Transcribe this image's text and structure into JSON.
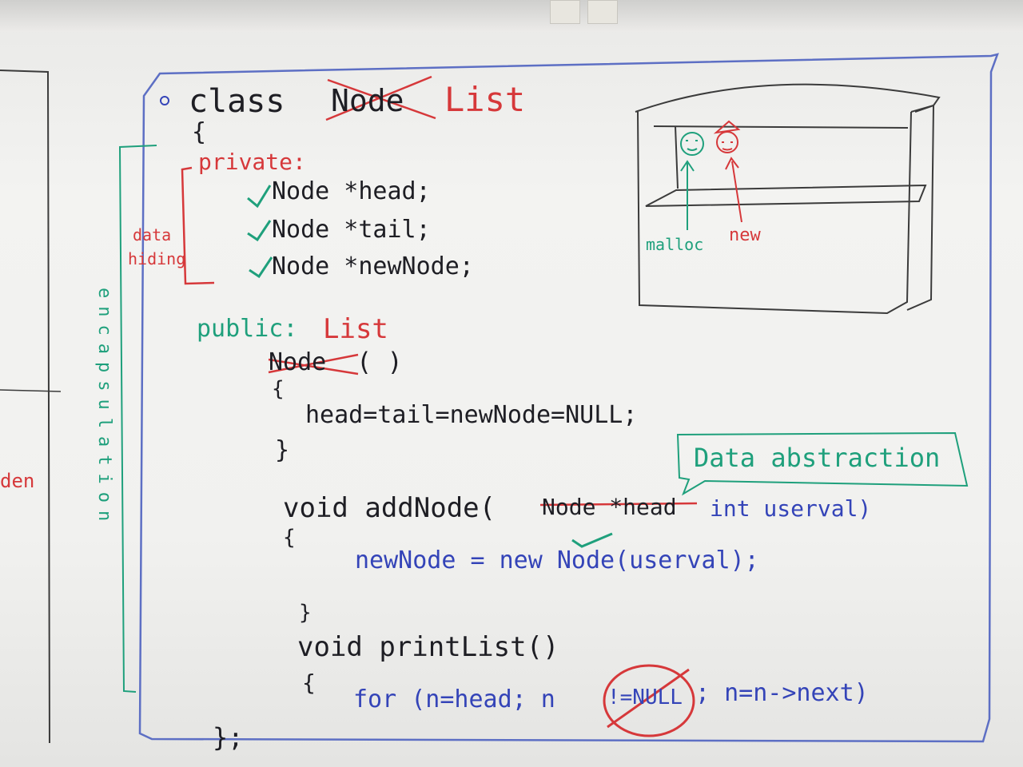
{
  "code": {
    "class_kw": "class",
    "class_old": "Node",
    "class_new": "List",
    "brace_open": "{",
    "private_kw": "private:",
    "member1": "Node *head;",
    "member2": "Node *tail;",
    "member3": "Node *newNode;",
    "public_kw": "public:",
    "ctor_new": "List",
    "ctor_old": "Node",
    "ctor_parens": "( )",
    "ctor_open": "{",
    "ctor_body": "head=tail=newNode=NULL;",
    "ctor_close": "}",
    "add_sig": "void addNode(",
    "add_old_param": "Node *head",
    "add_new_param": "int userval)",
    "add_open": "{",
    "add_body": "newNode = new Node(userval);",
    "add_close": "}",
    "print_sig": "void printList()",
    "print_open": "{",
    "print_body_a": "for (n=head; n",
    "print_body_crossed": "!=NULL",
    "print_body_b": "; n=n->next)",
    "class_close": "};"
  },
  "annotations": {
    "data_hiding_1": "data",
    "data_hiding_2": "hiding",
    "encapsulation": "encapsulation",
    "data_abstraction": "Data abstraction",
    "malloc": "malloc",
    "new": "new",
    "left_fragment": "den"
  },
  "colors": {
    "black_marker": "#1e1e24",
    "red_marker": "#d6383a",
    "green_marker": "#1fa07c",
    "blue_marker": "#3444b8",
    "board_frame": "#5d6fc4"
  }
}
